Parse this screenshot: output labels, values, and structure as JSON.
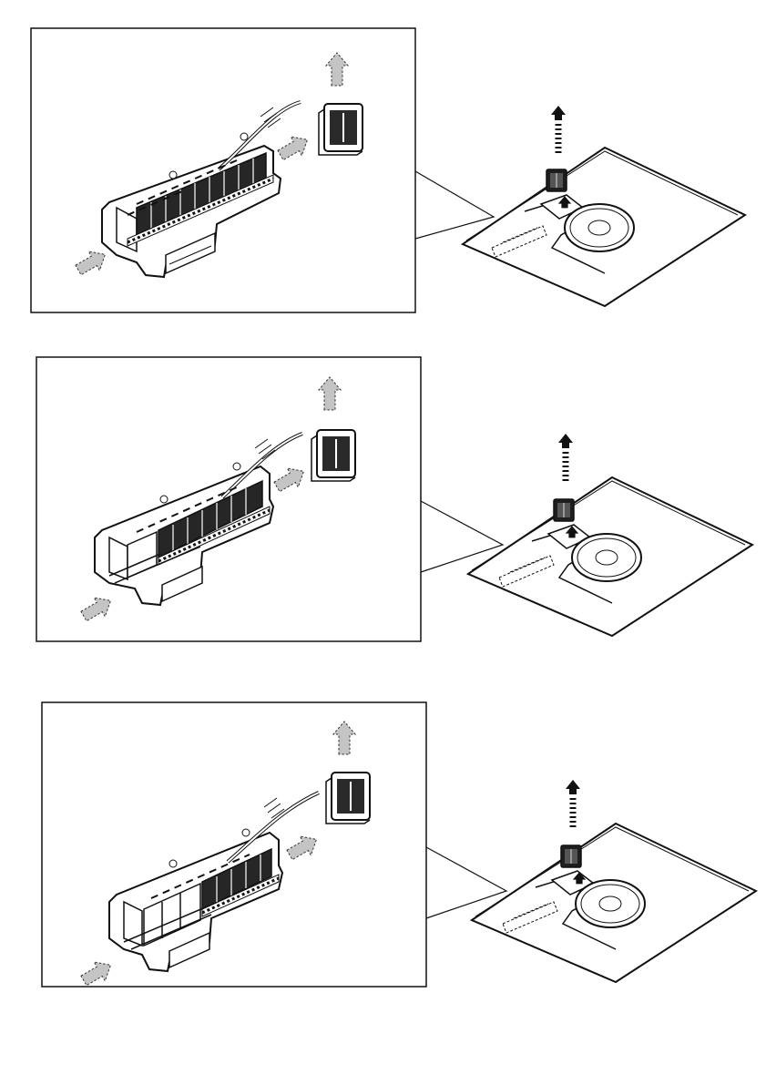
{
  "page": {
    "figure_count": 3
  },
  "colors": {
    "line": "#1a1a1a",
    "arrow_fill": "#bdbdbd",
    "device_fill": "#ffffff",
    "dark_part": "#2e2e2e",
    "background": "#ffffff"
  },
  "figures": [
    {
      "id": "figure-1",
      "filter_stage": "full",
      "icons": [
        "airflow-arrow-icon",
        "exhaust-arrow-icon",
        "filter-block-icon",
        "fan-icon",
        "up-arrow-icon"
      ]
    },
    {
      "id": "figure-2",
      "filter_stage": "partial",
      "icons": [
        "airflow-arrow-icon",
        "exhaust-arrow-icon",
        "filter-block-icon",
        "fan-icon",
        "up-arrow-icon"
      ]
    },
    {
      "id": "figure-3",
      "filter_stage": "minimal",
      "icons": [
        "airflow-arrow-icon",
        "exhaust-arrow-icon",
        "filter-block-icon",
        "fan-icon",
        "up-arrow-icon"
      ]
    }
  ]
}
